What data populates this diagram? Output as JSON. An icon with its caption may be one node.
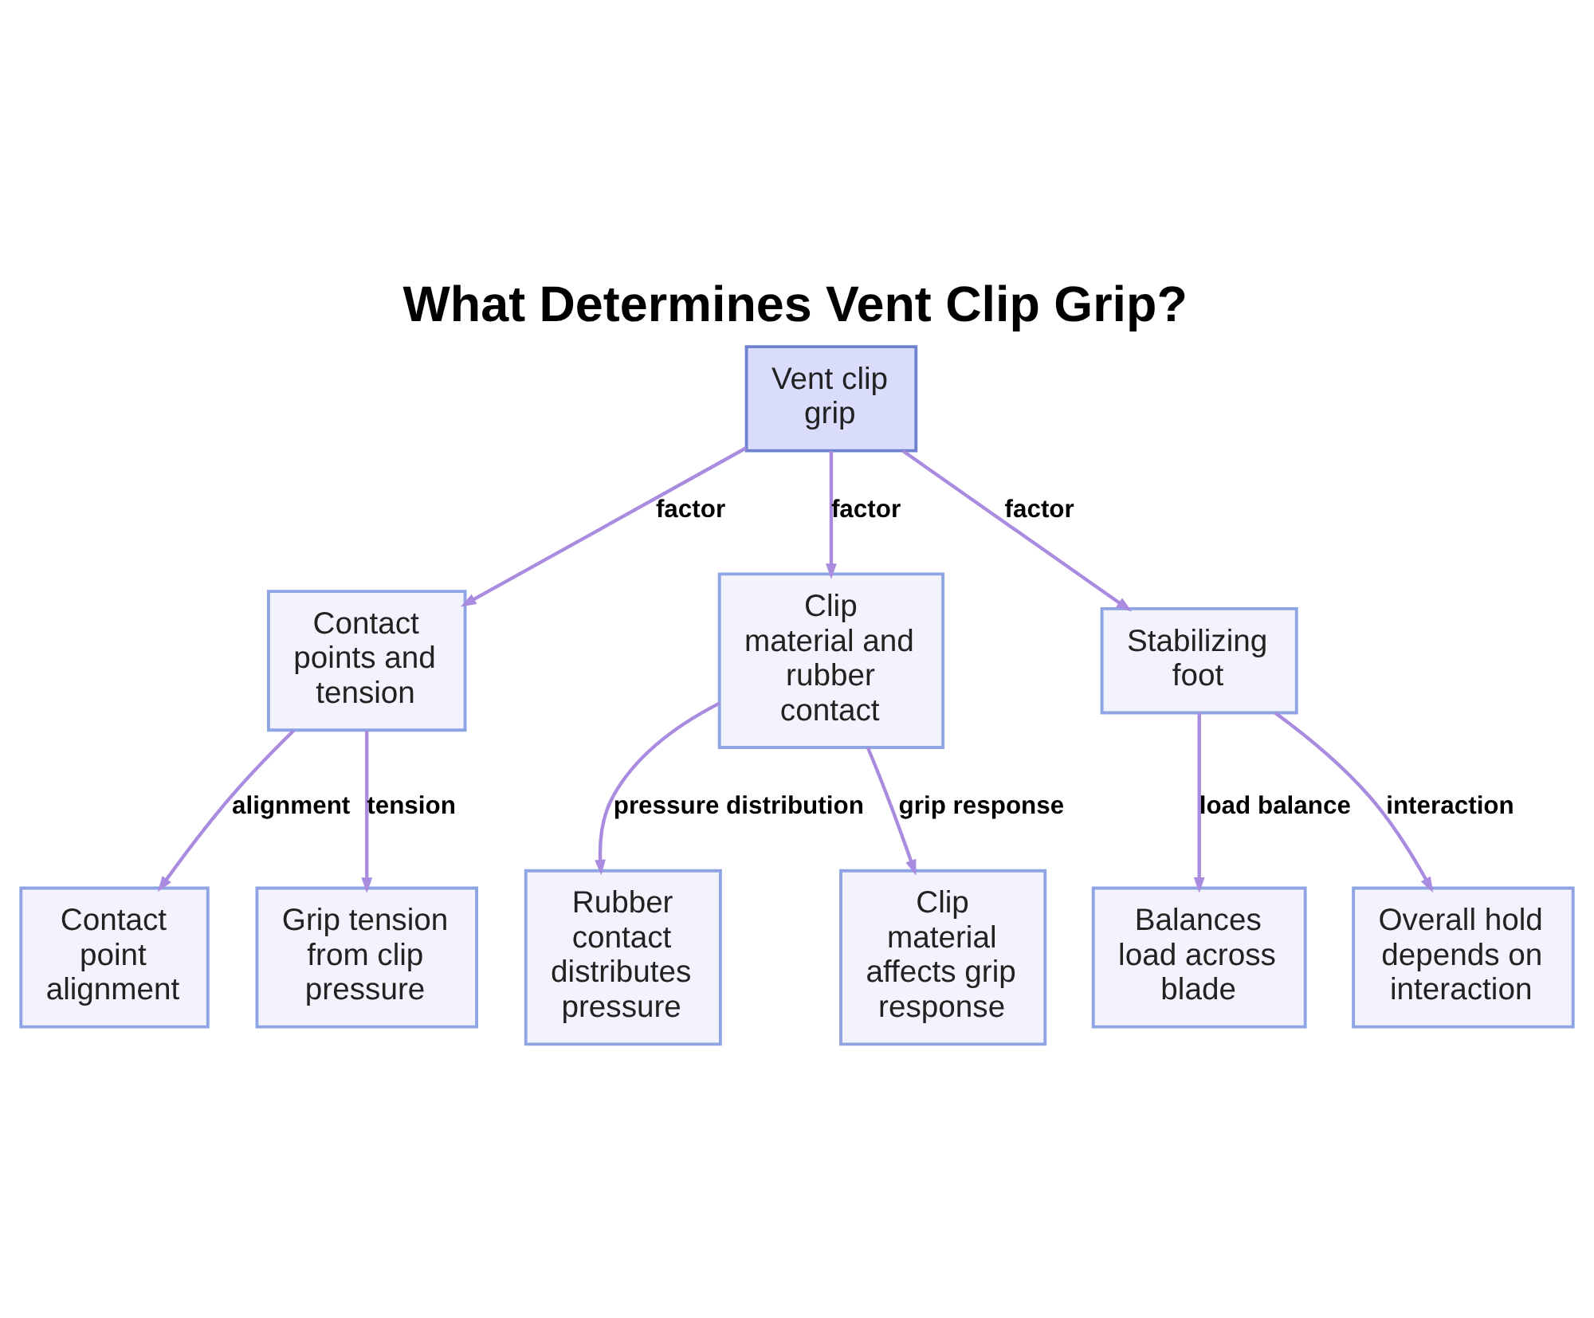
{
  "diagram": {
    "title": "What Determines Vent Clip Grip?",
    "nodes": [
      {
        "text": [
          "Vent clip grip"
        ]
      },
      {
        "text": [
          "Contact points and tension"
        ]
      },
      {
        "text": [
          "Clip material and rubber contact"
        ]
      },
      {
        "text": [
          "Stabilizing foot"
        ]
      },
      {
        "text": [
          "Contact point alignment"
        ]
      },
      {
        "text": [
          "Grip tension from clip pressure"
        ]
      },
      {
        "text": [
          "Rubber contact distributes pressure"
        ]
      },
      {
        "text": [
          "Clip material affects grip response"
        ]
      },
      {
        "text": [
          "Balances load across blade"
        ]
      },
      {
        "text": [
          "Overall hold depends on interaction"
        ]
      }
    ],
    "edges": [
      {
        "from": 0,
        "to": 1,
        "arrow": "to",
        "label": "factor"
      },
      {
        "from": 0,
        "to": 2,
        "arrow": "to",
        "label": "factor"
      },
      {
        "from": 0,
        "to": 3,
        "arrow": "to",
        "label": "factor"
      },
      {
        "from": 1,
        "to": 4,
        "arrow": "to",
        "label": "alignment"
      },
      {
        "from": 1,
        "to": 5,
        "arrow": "to",
        "label": "tension"
      },
      {
        "from": 2,
        "to": 6,
        "arrow": "to",
        "label": "pressure distribution"
      },
      {
        "from": 2,
        "to": 7,
        "arrow": "to",
        "label": "grip response"
      },
      {
        "from": 3,
        "to": 8,
        "arrow": "to",
        "label": "load balance"
      },
      {
        "from": 3,
        "to": 9,
        "arrow": "to",
        "label": "interaction"
      }
    ]
  }
}
